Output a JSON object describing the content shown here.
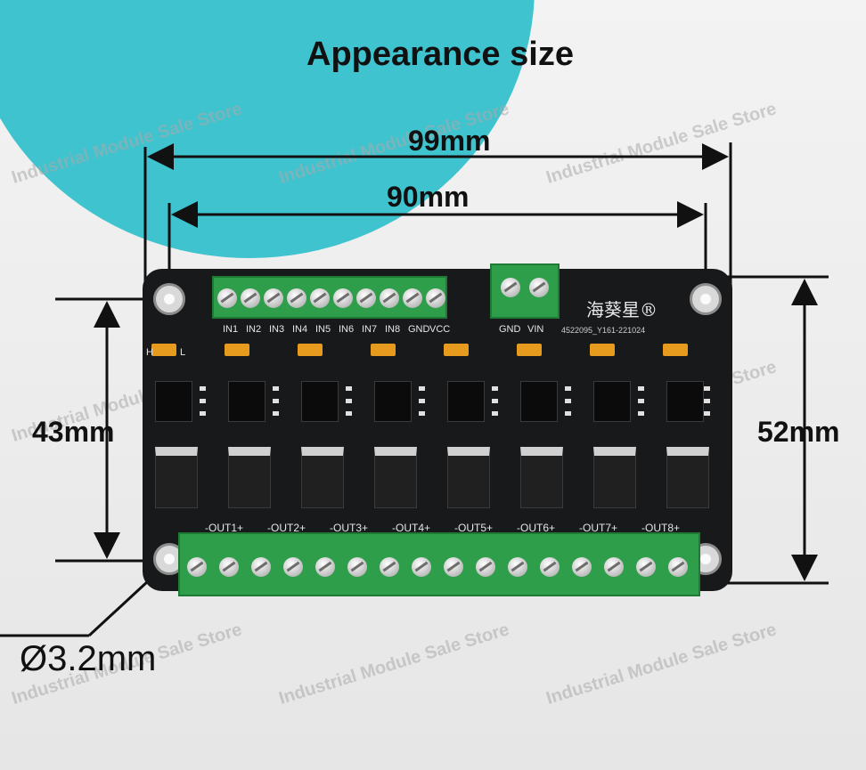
{
  "title": "Appearance size",
  "watermark": "Industrial Module Sale Store",
  "dimensions": {
    "width_outer": "99mm",
    "width_holes": "90mm",
    "height_holes": "43mm",
    "height_outer": "52mm",
    "hole_diameter": "Ø3.2mm"
  },
  "board": {
    "brand": "海葵星®",
    "serial": "4522095_Y161-221024",
    "input_labels": [
      "IN1",
      "IN2",
      "IN3",
      "IN4",
      "IN5",
      "IN6",
      "IN7",
      "IN8",
      "GND",
      "VCC"
    ],
    "power_labels": [
      "VIN",
      "GND"
    ],
    "output_labels": [
      "-OUT1+",
      "-OUT2+",
      "-OUT3+",
      "-OUT4+",
      "-OUT5+",
      "-OUT6+",
      "-OUT7+",
      "-OUT8+"
    ],
    "jumper_labels": [
      "H",
      "L"
    ]
  },
  "colors": {
    "accent_circle": "#3fc3cf",
    "board": "#17191a",
    "terminal": "#2f9e4a",
    "jumper": "#e69a1e"
  }
}
